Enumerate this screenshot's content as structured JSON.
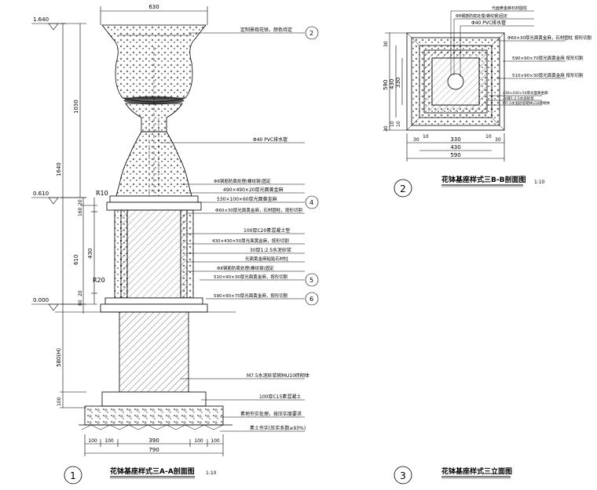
{
  "drawing1": {
    "number": "1",
    "title": "花钵基座样式三A-A剖面图",
    "scale": "1:10",
    "top_width": "630",
    "levels": [
      "1.640",
      "0.610",
      "0.000"
    ],
    "left_dims": [
      "1030",
      "1640",
      "20",
      "160",
      "430",
      "610",
      "20",
      "80",
      "580(H)",
      "100"
    ],
    "radii": [
      "R10",
      "R20"
    ],
    "bottom_dims": [
      "100",
      "100",
      "390",
      "100",
      "100",
      "790"
    ],
    "callouts": [
      {
        "text": "定制景观花钵，颜色待定",
        "tag": "2"
      },
      {
        "text": "Φ40 PVC排水管",
        "tag": ""
      },
      {
        "text": "Φ8钢筋防腐处理(螺纹钢)固定",
        "tag": ""
      },
      {
        "text": "490×490×20厚光面黄金麻",
        "tag": ""
      },
      {
        "text": "530×100×60厚光面黄金麻",
        "tag": "4"
      },
      {
        "text": "Φ60×30厚光面黄金麻，石材圆柱，按形切割",
        "tag": ""
      },
      {
        "text": "100厚C20素混凝土垫",
        "tag": ""
      },
      {
        "text": "430×430×50厚光面黄金麻，按形切割",
        "tag": ""
      },
      {
        "text": "30厚1:2.5水泥砂浆",
        "tag": ""
      },
      {
        "text": "光面黄金麻粘贴石材柱",
        "tag": ""
      },
      {
        "text": "Φ8钢筋防腐处理(螺纹钢)固定",
        "tag": ""
      },
      {
        "text": "510×90×30厚光面黄金麻，按形切割",
        "tag": "5"
      },
      {
        "text": "590×90×70厚光面黄金麻，按形切割",
        "tag": "6"
      },
      {
        "text": "M7.5水泥砂浆砌MU10砖砌体",
        "tag": ""
      },
      {
        "text": "100厚C15素混凝土",
        "tag": ""
      },
      {
        "text": "素地夯实处理，按压实度要求",
        "tag": ""
      },
      {
        "text": "素土夯实(压实系数≥93%)",
        "tag": ""
      }
    ]
  },
  "drawing2": {
    "number": "2",
    "title": "花钵基座样式三B-B剖面图",
    "scale": "1:10",
    "left_dims": [
      "590",
      "430",
      "330",
      "30",
      "10",
      "10",
      "30"
    ],
    "bottom_dims": [
      "30",
      "10",
      "10",
      "30",
      "330",
      "430",
      "590"
    ],
    "callouts": [
      "光面黄金麻石材圆柱",
      "Φ8钢筋防腐处理(螺纹钢)固定",
      "Φ40 PVC排水管",
      "Φ60×30厚光面黄金麻，石材圆柱 按形切割",
      "590×90×70厚光面黄金麻 按形切割",
      "510×90×30厚光面黄金麻 按形切割",
      "430×430×50厚光面黄金麻",
      "30厚1:2.5水泥砂浆",
      "M7.5水泥砂浆砌MU10砖砌体"
    ]
  },
  "drawing3": {
    "number": "3",
    "title": "花钵基座样式三立面图"
  }
}
